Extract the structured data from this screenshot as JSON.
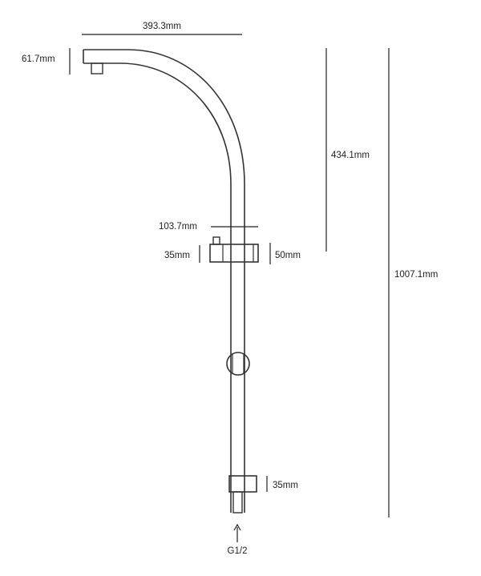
{
  "diagram": {
    "dimensions": {
      "arm_reach": "393.3mm",
      "arm_drop": "61.7mm",
      "arm_height": "434.1mm",
      "overall_height": "1007.1mm",
      "bracket_projection": "103.7mm",
      "bracket_width": "35mm",
      "bracket_height": "50mm",
      "lower_bracket_height": "35mm",
      "inlet_thread": "G1/2"
    },
    "colors": {
      "ink": "#333333",
      "text": "#222222",
      "background": "#ffffff"
    }
  }
}
